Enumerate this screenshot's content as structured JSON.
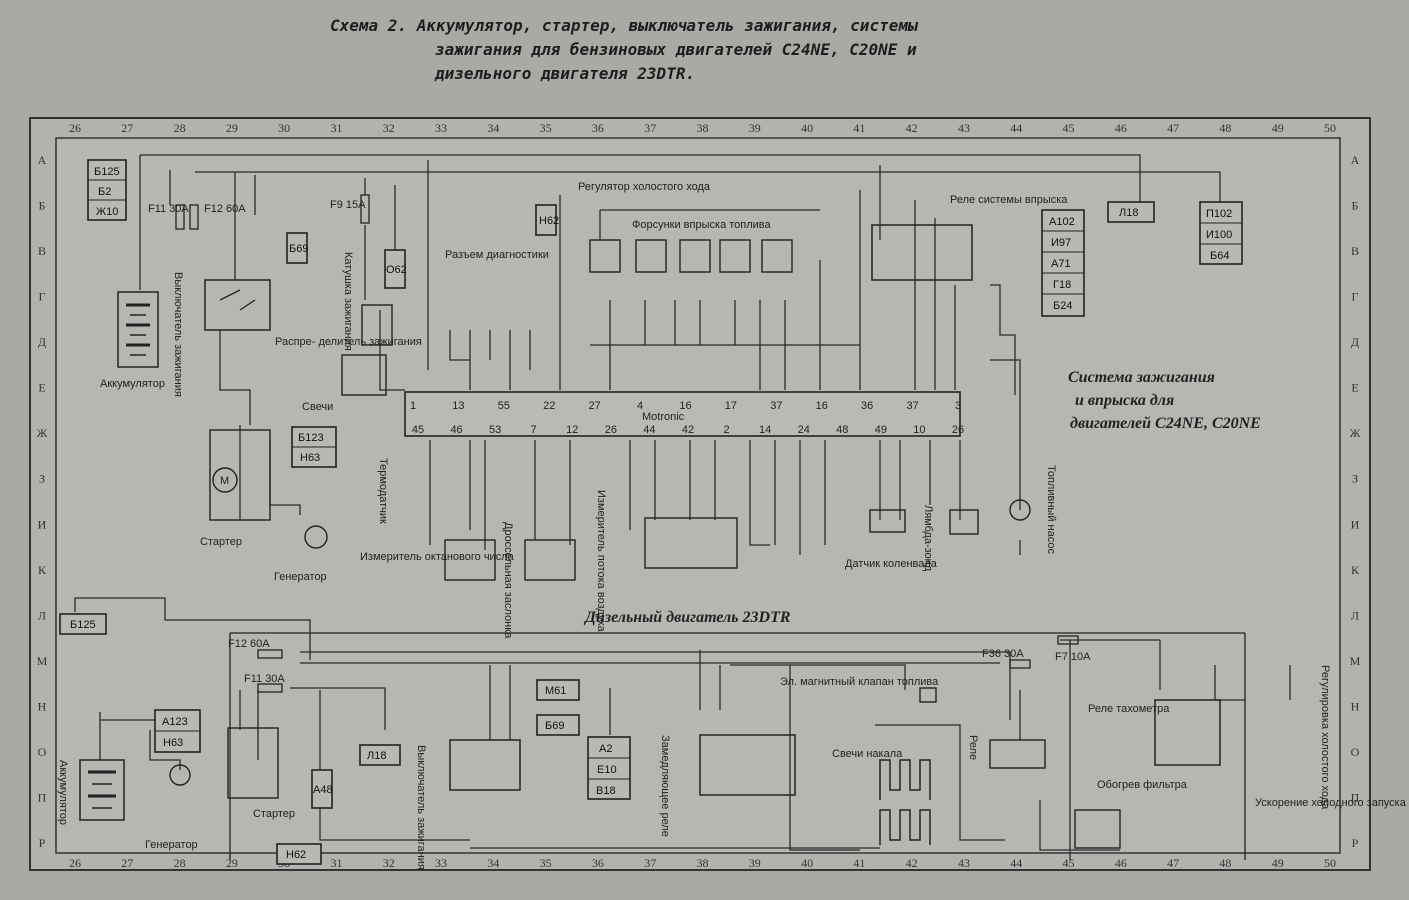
{
  "title": {
    "line1": "Схема 2. Аккумулятор, стартер, выключатель зажигания, системы",
    "line2": "зажигания для бензиновых двигателей C24NE, C20NE и",
    "line3": "дизельного двигателя 23DTR."
  },
  "columns": [
    "26",
    "27",
    "28",
    "29",
    "30",
    "31",
    "32",
    "33",
    "34",
    "35",
    "36",
    "37",
    "38",
    "39",
    "40",
    "41",
    "42",
    "43",
    "44",
    "45",
    "46",
    "47",
    "48",
    "49",
    "50"
  ],
  "rows": [
    "А",
    "Б",
    "В",
    "Г",
    "Д",
    "Е",
    "Ж",
    "З",
    "И",
    "К",
    "Л",
    "М",
    "Н",
    "О",
    "П",
    "Р"
  ],
  "section_upper_title": [
    "Система зажигания",
    "и впрыска для",
    "двигателей C24NE, C20NE"
  ],
  "section_lower_title": "Дизельный двигатель 23DTR",
  "connectors_upper": {
    "left": [
      "Б125",
      "Б2",
      "Ж10"
    ],
    "right1": [
      "А102",
      "И97",
      "А71",
      "Г18",
      "Б24"
    ],
    "right2": [
      "П102",
      "И100",
      "Б64"
    ],
    "l18": "Л18",
    "h62": "Н62",
    "b69": "Б69",
    "o62": "О62",
    "b123": [
      "Б123",
      "Н63"
    ]
  },
  "connectors_lower": {
    "b125": "Б125",
    "a123": [
      "А123",
      "Н63"
    ],
    "l18": "Л18",
    "a48": "А48",
    "m61": "М61",
    "b69": "Б69",
    "a2": [
      "А2",
      "Е10",
      "В18"
    ],
    "h62": "Н62"
  },
  "labels_upper": {
    "battery": "Аккумулятор",
    "distributor": "Распре- делитель зажигания",
    "coil": "Катушка зажигания",
    "plugs": "Свечи",
    "starter": "Стартер",
    "generator": "Генератор",
    "diag": "Разъем диагностики",
    "idle": "Регулятор холостого хода",
    "injectors": "Форсунки впрыска топлива",
    "relay": "Реле системы впрыска",
    "motronic": "Motronic",
    "thermo": "Термодатчик",
    "octane": "Измеритель октанового числа",
    "throttle": "Дроссельная заслонка",
    "airflow": "Измеритель потока воздуха",
    "crank": "Датчик коленвала",
    "lambda": "Лямбда-зонд",
    "pump": "Топливный насос",
    "f11": "F11 30A",
    "f12": "F12 60A",
    "f9": "F9 15A",
    "switch": "Выключатель зажигания"
  },
  "labels_lower": {
    "battery": "Аккумулятор",
    "generator": "Генератор",
    "starter": "Стартер",
    "switch": "Выключатель зажигания",
    "delay": "Замедляющее реле",
    "valve": "Эл. магнитный клапан топлива",
    "glow": "Свечи накала",
    "relay": "Реле",
    "filter": "Обогрев фильтра",
    "tacho": "Реле тахометра",
    "idle_reg": "Регулировка холостого хода",
    "cold": "Ускорение холодного запуска",
    "f12": "F12 60A",
    "f11": "F11 30A",
    "f36": "F36 30A",
    "f7": "F7 10A"
  },
  "pins_upper": [
    "1",
    "13",
    "55",
    "22",
    "27",
    "4",
    "16",
    "17",
    "37",
    "16",
    "36",
    "37",
    "3"
  ],
  "pins_lower": [
    "45",
    "46",
    "53",
    "7",
    "12",
    "26",
    "44",
    "42",
    "2",
    "14",
    "24",
    "48",
    "49",
    "10",
    "26"
  ]
}
